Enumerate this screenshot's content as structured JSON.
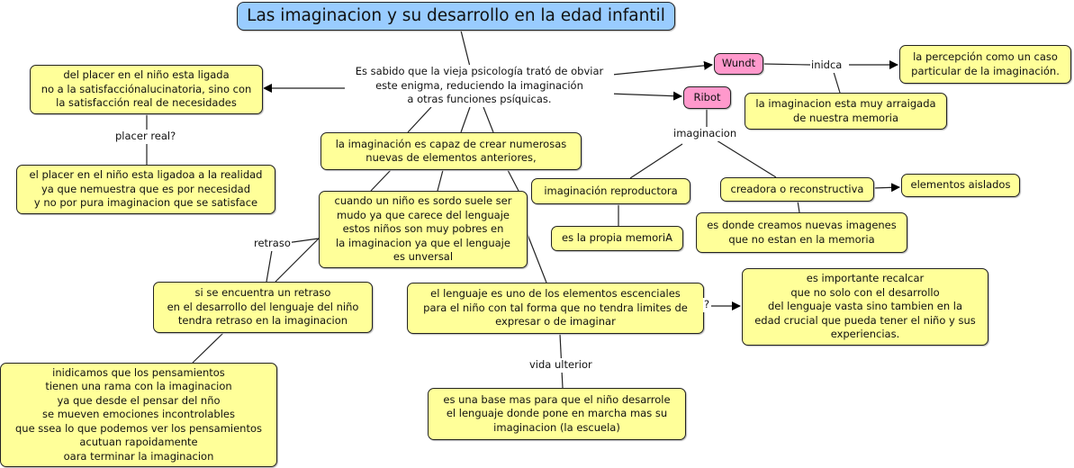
{
  "title": "Las imaginacion  y su desarrollo en la edad infantil",
  "center": "Es sabido que la vieja psicología trató de obviar\neste enigma, reduciendo la imaginación\na otras funciones psíquicas.",
  "nodes": {
    "placer_ligada": "del placer en el niño esta ligada\nno a la satisfacciónalucinatoria, sino con\nla satisfacción real de necesidades",
    "placer_realidad": "el placer en el niño esta ligadoa a la realidad\nya que nemuestra  que es por necesidad\n y no por pura imaginacion que se satisface",
    "capaz_crear": "la imaginación es capaz de crear numerosas\nnuevas de elementos anteriores,",
    "nino_sordo": "cuando un niño es sordo  suele ser\n mudo ya que carece del lenguaje\nestos niños son muy pobres en\nla imaginacion ya que el lenguaje\nes unversal",
    "retraso_lenguaje": "si se encuentra un retraso\nen el desarrollo del lenguaje del niño\ntendra retraso en la imaginacion",
    "pensamientos": "inidicamos que los pensamientos\ntienen una rama con  la imaginacion\nya que desde el pensar del nño\nse mueven emociones incontrolables\nque ssea lo que podemos ver los pensamientos\nacutuan rapoidamente\noara terminar  la imaginacion",
    "lenguaje_esencial": "el lenguaje es uno de los elementos escenciales\npara el niño con tal forma que no tendra limites de\nexpresar o de imaginar",
    "importante": "es importante recalcar\nque no solo con el desarrollo\ndel lenguaje vasta sino tambien en la\nedad crucial que pueda tener el niño y sus\nexperiencias.",
    "base_escuela": "es una base mas para que el niño desarrole\nel lenguaje donde pone en marcha mas su\nimaginacion (la escuela)",
    "wundt": "Wundt",
    "percepcion": " la percepción como un caso\nparticular de la imaginación.",
    "arraigada": "la imaginacion esta muy arraigada\nde nuestra memoria",
    "ribot": "Ribot",
    "reproductora": "imaginación reproductora",
    "memoria": "es la propia memoriA",
    "creadora": "creadora o reconstructiva",
    "aislados": "elementos aislados",
    "nuevas_imagenes": "es donde creamos nuevas imagenes\nque no estan en la memoria"
  },
  "labels": {
    "placer_real": "placer real?",
    "retraso": "retraso",
    "question": "?",
    "vida_ulterior": "vida ulterior",
    "inidca": "inidca",
    "imaginacion": "imaginacion"
  },
  "colors": {
    "concept": "#ffff99",
    "author": "#ff99cc",
    "title": "#99ccff"
  }
}
